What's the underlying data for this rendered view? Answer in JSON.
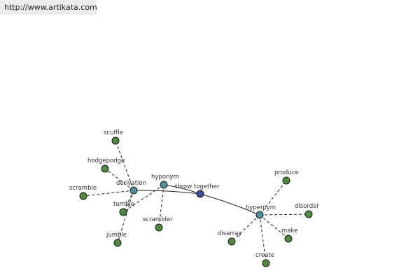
{
  "header": {
    "url_text": "http://www.artikata.com"
  },
  "colors": {
    "leaf": "#4f8a3f",
    "relation": "#4e8fa0",
    "root": "#3b4e9a"
  },
  "graph": {
    "nodes": [
      {
        "id": "throw-together",
        "label": "throw together",
        "kind": "root"
      },
      {
        "id": "derivation",
        "label": "derivation",
        "kind": "relation"
      },
      {
        "id": "hyponym",
        "label": "hyponym",
        "kind": "relation"
      },
      {
        "id": "hypernym",
        "label": "hypernym",
        "kind": "relation"
      },
      {
        "id": "scuffle",
        "label": "scuffle",
        "kind": "leaf"
      },
      {
        "id": "hodgepodge",
        "label": "hodgepodge",
        "kind": "leaf"
      },
      {
        "id": "scramble",
        "label": "scramble",
        "kind": "leaf"
      },
      {
        "id": "tumble",
        "label": "tumble",
        "kind": "leaf"
      },
      {
        "id": "jumble",
        "label": "jumble",
        "kind": "leaf"
      },
      {
        "id": "scrambler",
        "label": "scrambler",
        "kind": "leaf"
      },
      {
        "id": "produce",
        "label": "produce",
        "kind": "leaf"
      },
      {
        "id": "disorder",
        "label": "disorder",
        "kind": "leaf"
      },
      {
        "id": "make",
        "label": "make",
        "kind": "leaf"
      },
      {
        "id": "create",
        "label": "create",
        "kind": "leaf"
      },
      {
        "id": "disarray",
        "label": "disarray",
        "kind": "leaf"
      }
    ],
    "edges": [
      {
        "from": "throw-together",
        "to": "derivation",
        "style": "solid"
      },
      {
        "from": "throw-together",
        "to": "hyponym",
        "style": "solid"
      },
      {
        "from": "throw-together",
        "to": "hypernym",
        "style": "solid"
      },
      {
        "from": "derivation",
        "to": "scuffle",
        "style": "dashed"
      },
      {
        "from": "derivation",
        "to": "hodgepodge",
        "style": "dashed"
      },
      {
        "from": "derivation",
        "to": "scramble",
        "style": "dashed"
      },
      {
        "from": "derivation",
        "to": "tumble",
        "style": "dashed"
      },
      {
        "from": "derivation",
        "to": "jumble",
        "style": "dashed"
      },
      {
        "from": "hyponym",
        "to": "scrambler",
        "style": "dashed"
      },
      {
        "from": "hyponym",
        "to": "tumble",
        "style": "dashed"
      },
      {
        "from": "hypernym",
        "to": "produce",
        "style": "dashed"
      },
      {
        "from": "hypernym",
        "to": "disorder",
        "style": "dashed"
      },
      {
        "from": "hypernym",
        "to": "make",
        "style": "dashed"
      },
      {
        "from": "hypernym",
        "to": "create",
        "style": "dashed"
      },
      {
        "from": "hypernym",
        "to": "disarray",
        "style": "dashed"
      }
    ]
  }
}
